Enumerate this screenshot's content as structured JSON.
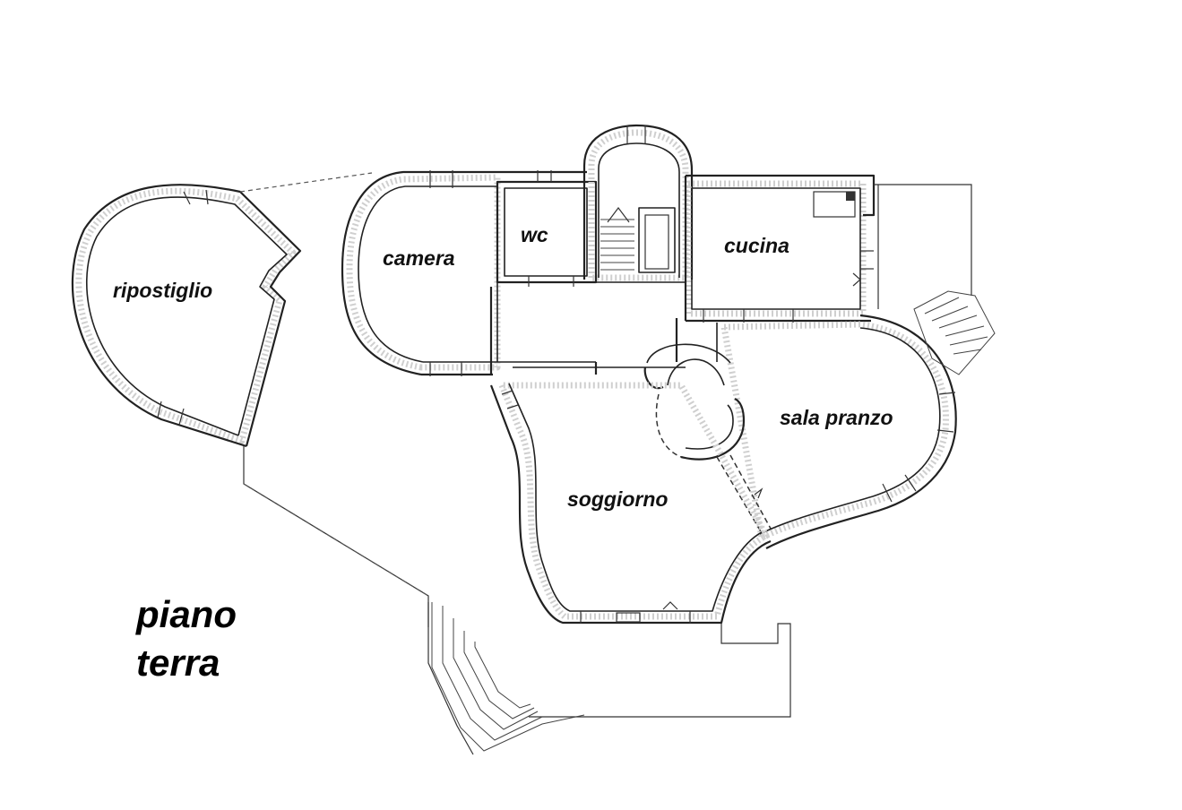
{
  "plan": {
    "title_line1": "piano",
    "title_line2": "terra"
  },
  "rooms": {
    "ripostiglio": "ripostiglio",
    "camera": "camera",
    "wc": "wc",
    "cucina": "cucina",
    "sala_pranzo": "sala pranzo",
    "soggiorno": "soggiorno"
  }
}
